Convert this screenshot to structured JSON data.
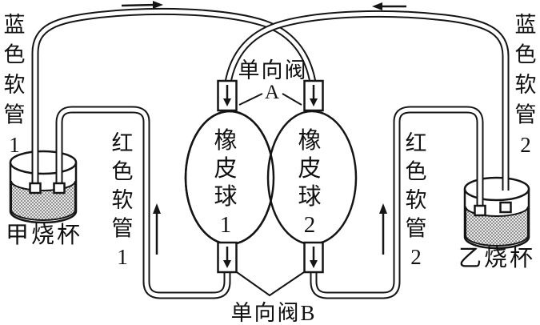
{
  "diagram": {
    "labels": {
      "blue_tube_1": "蓝色软管1",
      "blue_tube_2": "蓝色软管2",
      "red_tube_1": "红色软管1",
      "red_tube_2": "红色软管2",
      "ball_1": "橡皮球1",
      "ball_2": "橡皮球2",
      "valve_a_name": "单向阀",
      "valve_a_letter": "A",
      "valve_b_name": "单向阀B",
      "beaker_left": "甲烧杯",
      "beaker_right": "乙烧杯"
    },
    "colors": {
      "line": "#151515",
      "background": "#ffffff",
      "liquid_dot": "#555555"
    },
    "flow_direction": {
      "top_left_arrow": "right",
      "top_right_arrow": "left",
      "left_riser_arrow": "up",
      "right_riser_arrow": "up",
      "valve_arrows": "down"
    }
  }
}
